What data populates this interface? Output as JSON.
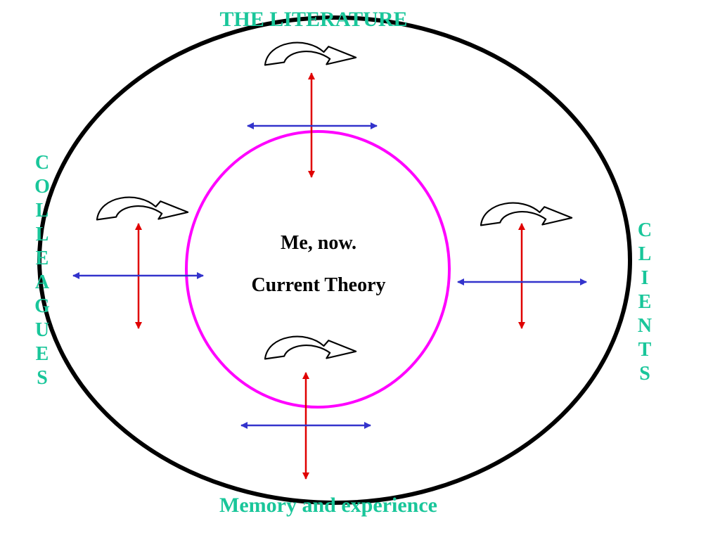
{
  "labels": {
    "top": "THE LITERATURE",
    "bottom": "Memory and experience",
    "left": "COLLEAGUES",
    "right": "CLIENTS"
  },
  "center": {
    "line1": "Me, now.",
    "line2": "Current Theory"
  },
  "colors": {
    "outer_ring": "#000000",
    "inner_ring": "#ff00ff",
    "labels": "#19c69a",
    "center_text": "#000000",
    "vertical_arrows": "#e00000",
    "horizontal_arrows": "#3333cc",
    "curved_arrows": "#000000"
  },
  "icons": [
    "curved-arrow-icon",
    "double-headed-arrow-icon"
  ]
}
